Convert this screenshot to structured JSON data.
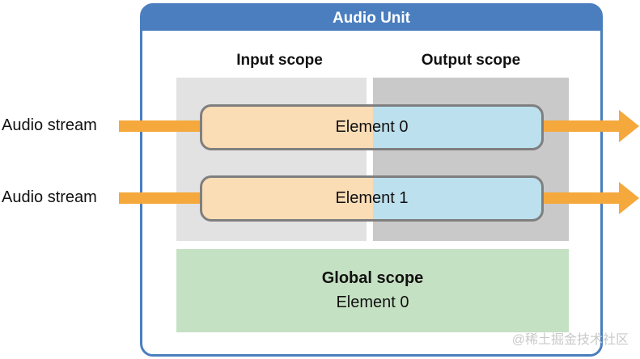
{
  "unit": {
    "title": "Audio Unit"
  },
  "scopes": {
    "input_label": "Input scope",
    "output_label": "Output scope"
  },
  "streams": [
    {
      "label": "Audio stream"
    },
    {
      "label": "Audio stream"
    }
  ],
  "elements": [
    {
      "label": "Element 0"
    },
    {
      "label": "Element 1"
    }
  ],
  "global_scope": {
    "title": "Global scope",
    "element_label": "Element 0"
  },
  "watermark": "@稀土掘金技术社区",
  "colors": {
    "header_blue": "#4a7ebe",
    "arrow_orange": "#f5a83c",
    "input_fill_peach": "#fadcb5",
    "output_fill_blue": "#bce0ee",
    "input_column_gray": "#e2e2e2",
    "output_column_gray": "#c9c9c9",
    "global_green": "#c5e1c3",
    "element_border_gray": "#7f7f7f"
  }
}
